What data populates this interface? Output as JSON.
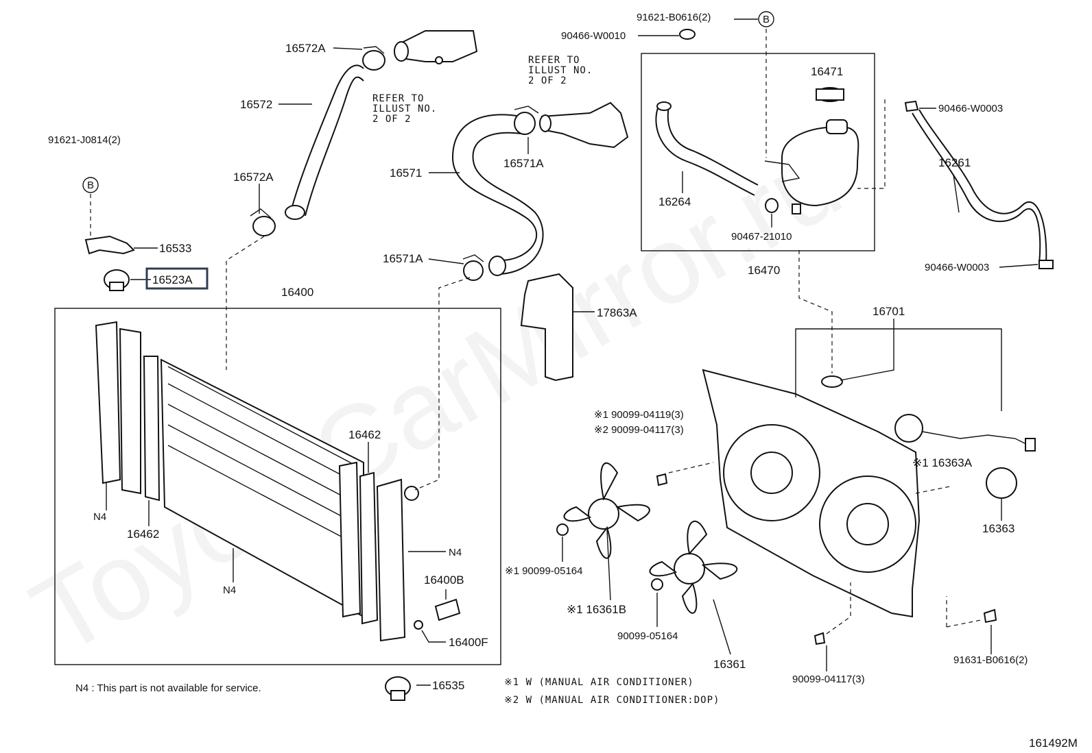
{
  "watermark": "ToyotaCarMirror.ru",
  "diagram_id": "161492M",
  "labels": {
    "p16572A_top": "16572A",
    "p16572": "16572",
    "refer1_l1": "REFER TO",
    "refer1_l2": "ILLUST NO.",
    "refer1_l3": "2 OF 2",
    "p91621J": "91621-J0814(2)",
    "p16572A_low": "16572A",
    "p16533": "16533",
    "p16523A": "16523A",
    "p16400": "16400",
    "p16571": "16571",
    "p16571A_top": "16571A",
    "p16571A_low": "16571A",
    "refer2_l1": "REFER TO",
    "refer2_l2": "ILLUST NO.",
    "refer2_l3": "2 OF 2",
    "p91621B": "91621-B0616(2)",
    "p90466W10": "90466-W0010",
    "p16471": "16471",
    "p16264": "16264",
    "p90467": "90467-21010",
    "p16470": "16470",
    "p90466W3_top": "90466-W0003",
    "p16261": "16261",
    "p90466W3_low": "90466-W0003",
    "p17863A": "17863A",
    "p16701": "16701",
    "p16462_r": "16462",
    "p16462_l": "16462",
    "n4_left": "N4",
    "n4_right": "N4",
    "n4_bottom": "N4",
    "p16400B": "16400B",
    "p16400F": "16400F",
    "note1_bolt": "※1 90099-04119(3)",
    "note2_bolt": "※2 90099-04117(3)",
    "p16363A": "※1 16363A",
    "p16363": "16363",
    "p9009905164_l": "※1 90099-05164",
    "p16361B": "※1 16361B",
    "p9009905164_c": "90099-05164",
    "p16361": "16361",
    "p9009904117": "90099-04117(3)",
    "p91631": "91631-B0616(2)",
    "p16535": "16535",
    "n4_note": "N4 : This part is not available for service.",
    "footnote1": "※1 W (MANUAL AIR CONDITIONER)",
    "footnote2": "※2 W (MANUAL AIR CONDITIONER:DOP)",
    "b_ref_left": "B",
    "b_ref_top": "B"
  }
}
